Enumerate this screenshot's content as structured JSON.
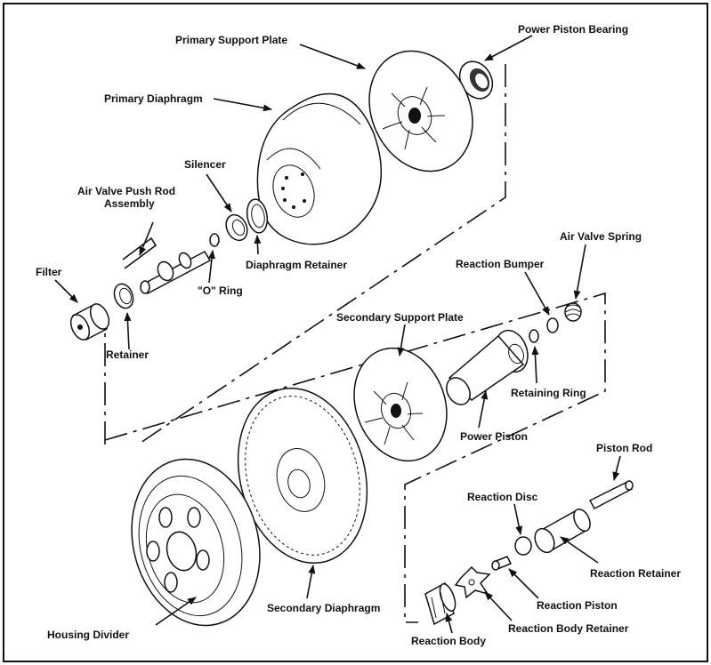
{
  "labels": {
    "primary_support_plate": "Primary Support Plate",
    "power_piston_bearing": "Power Piston Bearing",
    "primary_diaphragm": "Primary Diaphragm",
    "silencer": "Silencer",
    "air_valve_push_rod_line1": "Air Valve Push Rod",
    "air_valve_push_rod_line2": "Assembly",
    "filter": "Filter",
    "o_ring": "\"O\" Ring",
    "diaphragm_retainer": "Diaphragm Retainer",
    "retainer": "Retainer",
    "air_valve_spring": "Air Valve Spring",
    "reaction_bumper": "Reaction Bumper",
    "secondary_support_plate": "Secondary Support Plate",
    "retaining_ring": "Retaining Ring",
    "power_piston": "Power Piston",
    "piston_rod": "Piston Rod",
    "reaction_disc": "Reaction Disc",
    "reaction_retainer": "Reaction Retainer",
    "reaction_piston": "Reaction Piston",
    "housing_divider": "Housing Divider",
    "secondary_diaphragm": "Secondary Diaphragm",
    "reaction_body_retainer": "Reaction Body Retainer",
    "reaction_body": "Reaction Body"
  }
}
